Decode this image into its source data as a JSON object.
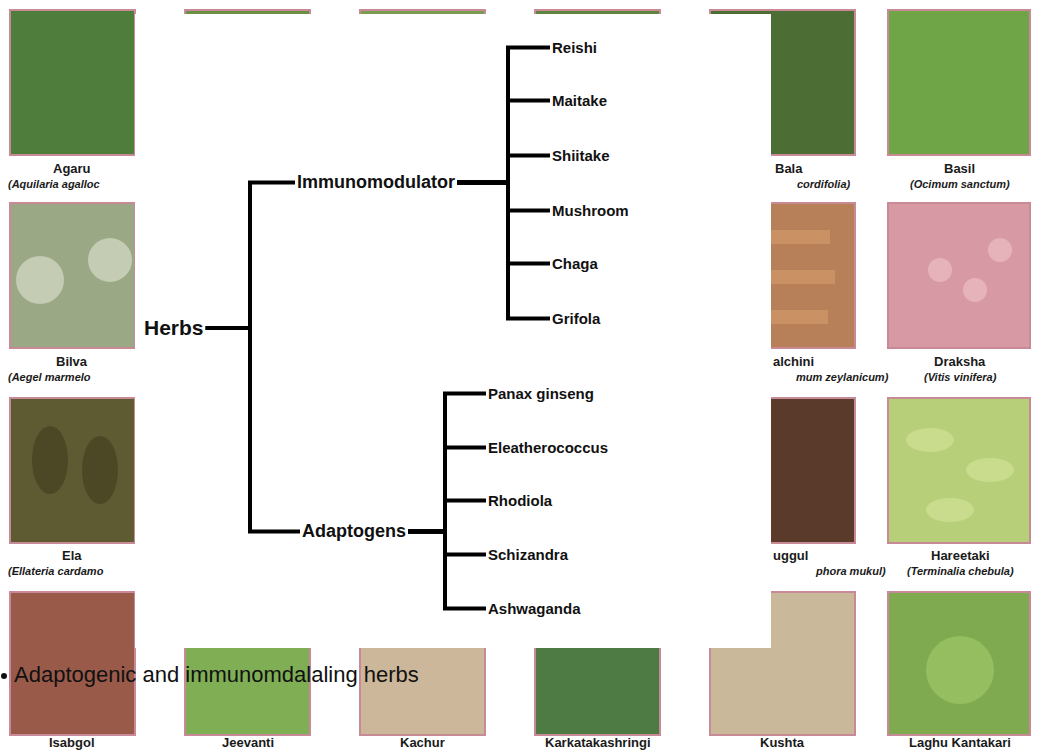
{
  "diagram": {
    "nodes": [
      {
        "text": [
          "Herbs"
        ]
      },
      {
        "text": [
          "Immunomodulator"
        ]
      },
      {
        "text": [
          "Reishi"
        ]
      },
      {
        "text": [
          "Maitake"
        ]
      },
      {
        "text": [
          "Shiitake"
        ]
      },
      {
        "text": [
          "Mushroom"
        ]
      },
      {
        "text": [
          "Chaga"
        ]
      },
      {
        "text": [
          "Grifola"
        ]
      },
      {
        "text": [
          "Adaptogens"
        ]
      },
      {
        "text": [
          "Panax ginseng"
        ]
      },
      {
        "text": [
          "Eleatherococcus"
        ]
      },
      {
        "text": [
          "Rhodiola"
        ]
      },
      {
        "text": [
          "Schizandra"
        ]
      },
      {
        "text": [
          "Ashwaganda"
        ]
      }
    ],
    "edges": [
      {
        "from": 0,
        "to": 1,
        "arrow": "none"
      },
      {
        "from": 0,
        "to": 8,
        "arrow": "none"
      },
      {
        "from": 1,
        "to": 2,
        "arrow": "none"
      },
      {
        "from": 1,
        "to": 3,
        "arrow": "none"
      },
      {
        "from": 1,
        "to": 4,
        "arrow": "none"
      },
      {
        "from": 1,
        "to": 5,
        "arrow": "none"
      },
      {
        "from": 1,
        "to": 6,
        "arrow": "none"
      },
      {
        "from": 1,
        "to": 7,
        "arrow": "none"
      },
      {
        "from": 8,
        "to": 9,
        "arrow": "none"
      },
      {
        "from": 8,
        "to": 10,
        "arrow": "none"
      },
      {
        "from": 8,
        "to": 11,
        "arrow": "none"
      },
      {
        "from": 8,
        "to": 12,
        "arrow": "none"
      },
      {
        "from": 8,
        "to": 13,
        "arrow": "none"
      }
    ],
    "labels": [
      "Agaru",
      "(Aquilaria agalloc",
      "Bala",
      "cordifolia)",
      "Basil",
      "(Ocimum sanctum)",
      "Bilva",
      "(Aegel marmelo",
      "alchini",
      "mum zeylanicum)",
      "Draksha",
      "(Vitis vinifera)",
      "Ela",
      "(Ellateria cardamo",
      "uggul",
      "phora mukul)",
      "Hareetaki",
      "(Terminalia chebula)",
      "Adaptogenic and immunomdalaling herbs",
      "Isabgol",
      "Jeevanti",
      "Kachur",
      "Karkatakashringi",
      "Kushta",
      "Laghu Kantakari"
    ]
  }
}
